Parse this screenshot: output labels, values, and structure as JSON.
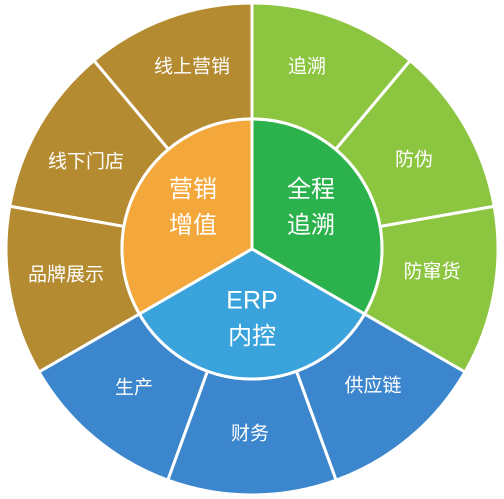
{
  "colors": {
    "outer_marketing": "#b58b31",
    "outer_trace": "#8cc540",
    "outer_erp": "#3b86cc",
    "inner_marketing": "#f4a73a",
    "inner_trace": "#2cb24d",
    "inner_erp": "#3aa3dc",
    "divider": "#ffffff"
  },
  "outer_ring": {
    "marketing": [
      "线上营销",
      "线下门店",
      "品牌展示"
    ],
    "trace": [
      "追溯",
      "防伪",
      "防窜货"
    ],
    "erp": [
      "生产",
      "财务",
      "供应链"
    ]
  },
  "inner": {
    "marketing": {
      "line1": "营销",
      "line2": "增值"
    },
    "trace": {
      "line1": "全程",
      "line2": "追溯"
    },
    "erp": {
      "line1": "ERP",
      "line2": "内控"
    }
  }
}
